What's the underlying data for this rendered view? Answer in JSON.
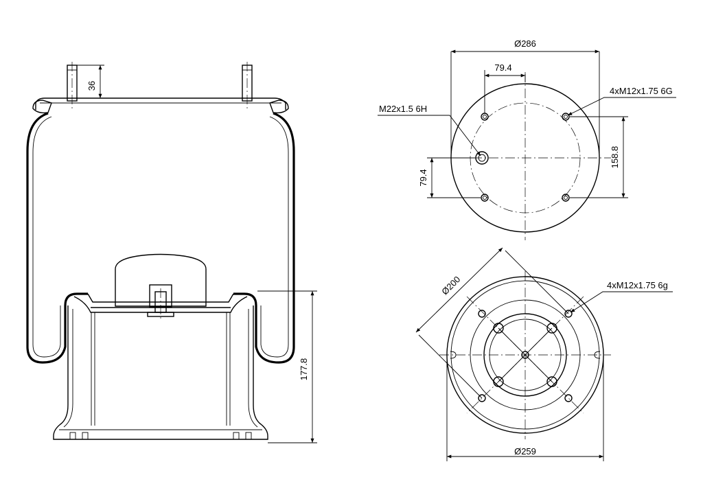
{
  "dimensions": {
    "stud_height": "36",
    "total_height": "177.8",
    "top_plate_diameter": "Ø286",
    "bolt_spacing_x": "79.4",
    "bolt_spacing_y": "158.8",
    "air_port_offset": "79.4",
    "air_port_thread": "M22x1.5 6H",
    "top_bolt_thread": "4xM12x1.75 6G",
    "bottom_bolt_circle": "Ø200",
    "bottom_bolt_thread": "4xM12x1.75 6g",
    "piston_diameter": "Ø259"
  }
}
